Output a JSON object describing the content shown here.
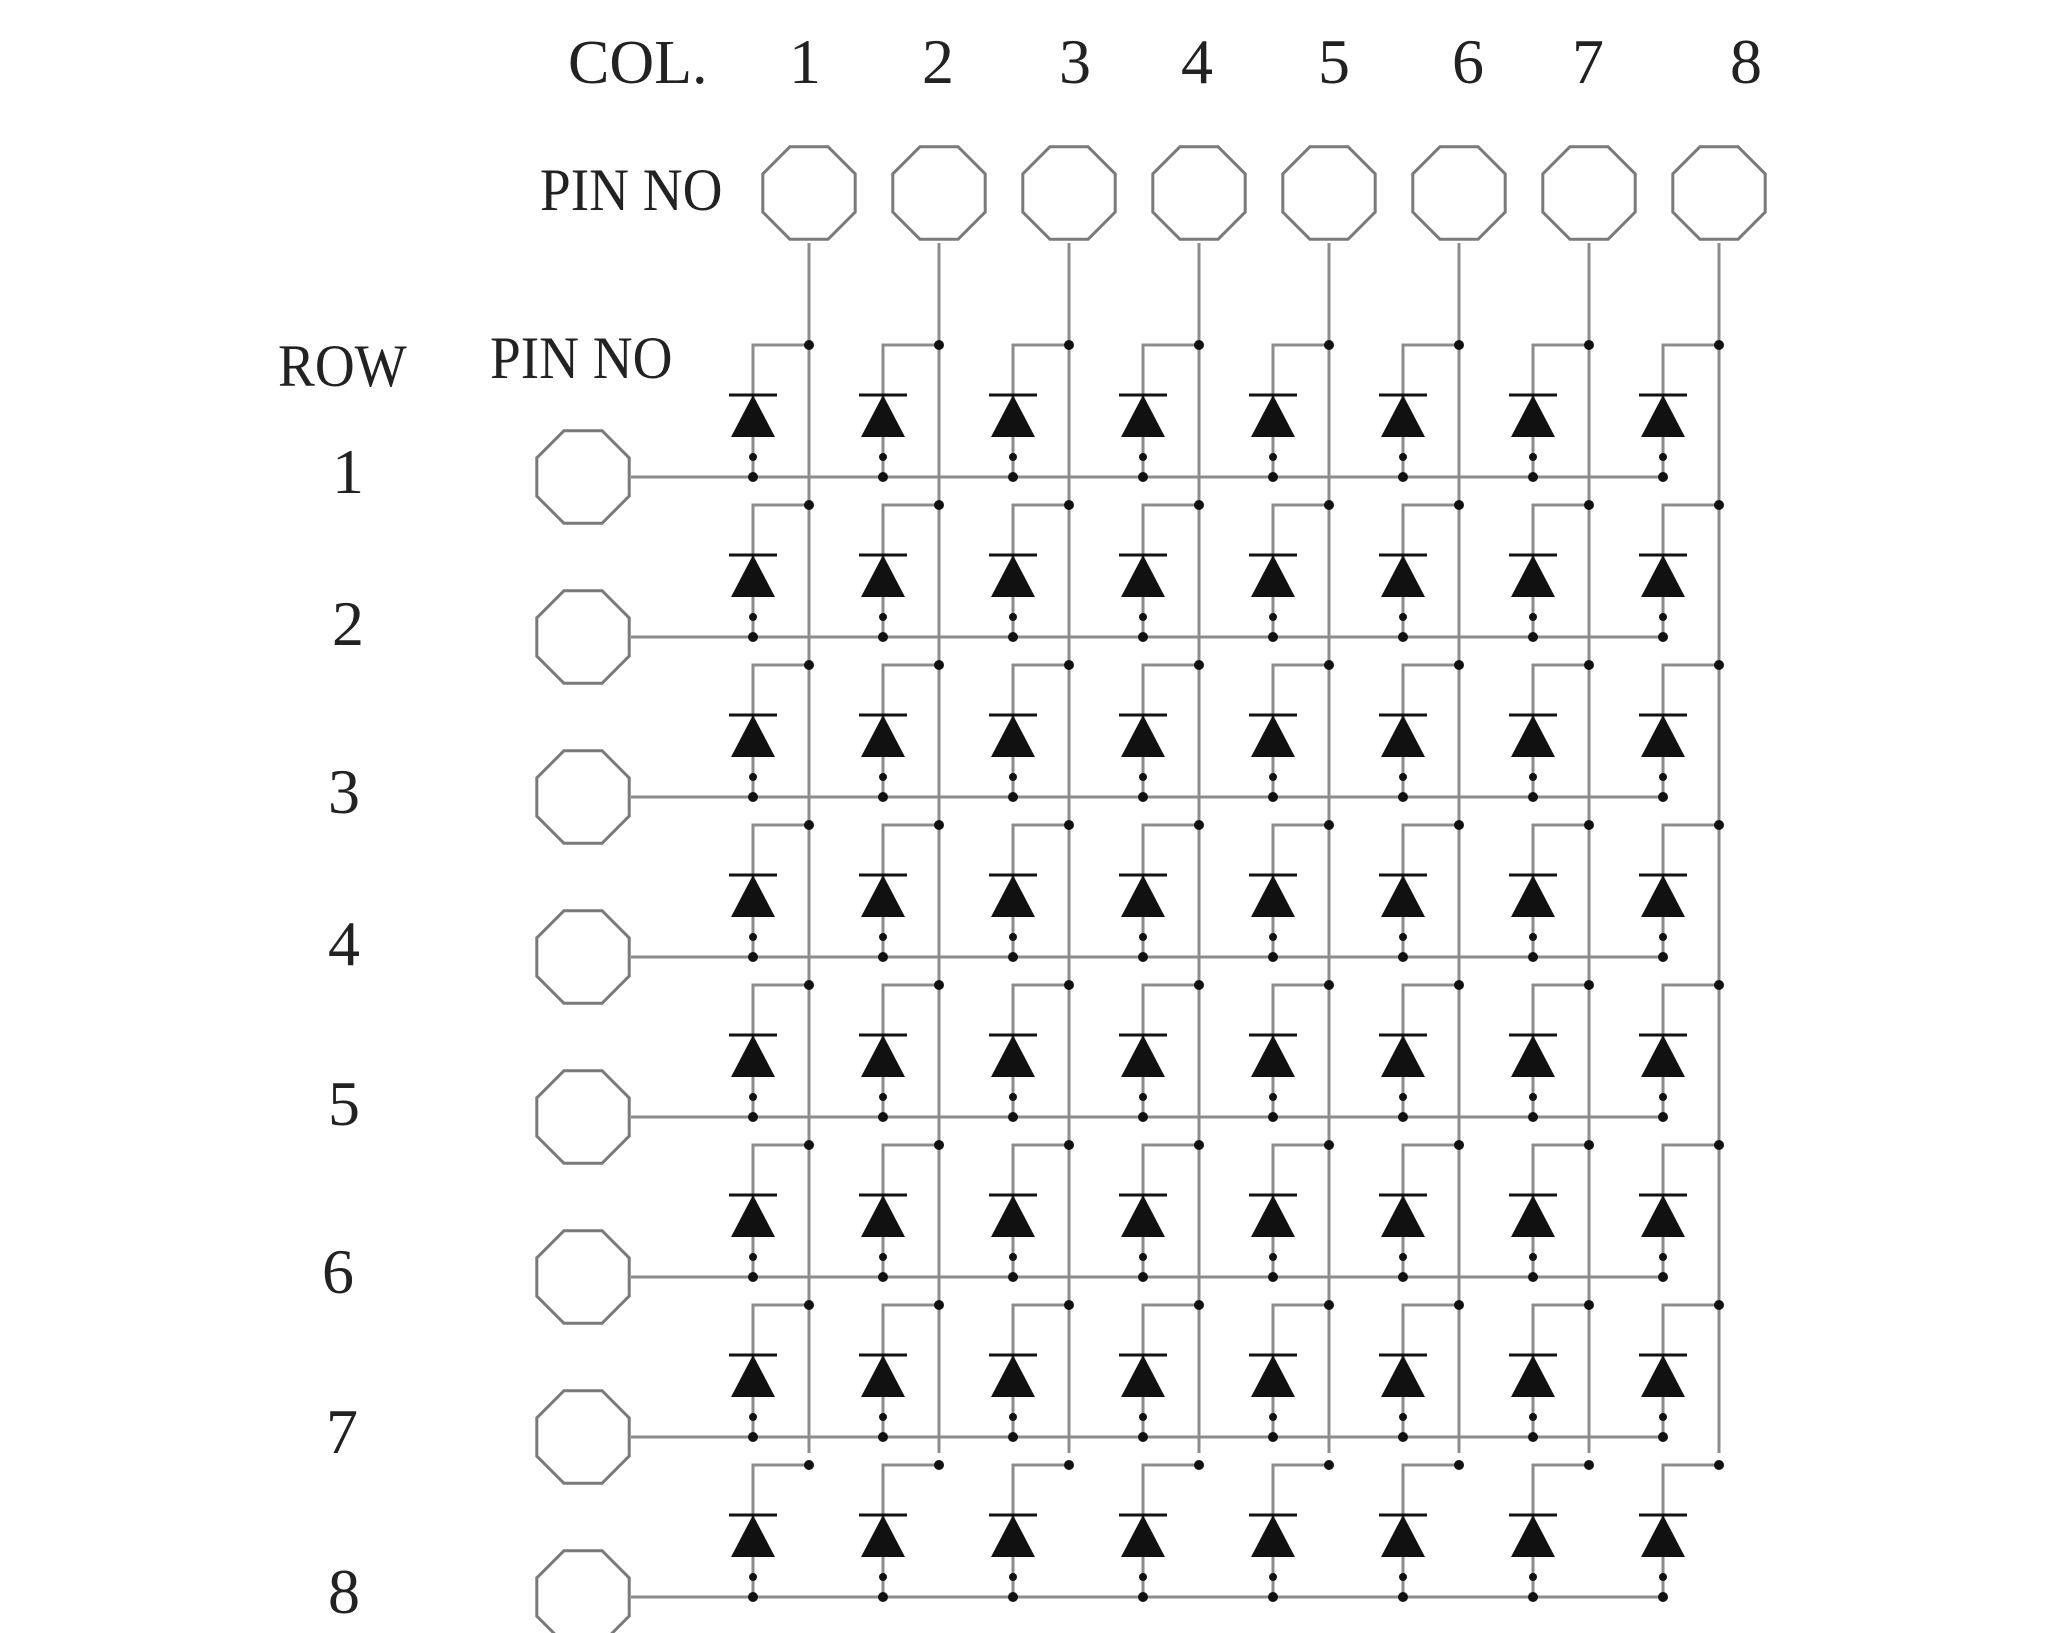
{
  "diagram": {
    "col_header": "COL.",
    "col_pin_header": "PIN NO",
    "row_header": "ROW",
    "row_pin_header": "PIN NO",
    "columns": [
      "1",
      "2",
      "3",
      "4",
      "5",
      "6",
      "7",
      "8"
    ],
    "rows": [
      "1",
      "2",
      "3",
      "4",
      "5",
      "6",
      "7",
      "8"
    ],
    "colors": {
      "wire": "#8c8c8c",
      "outline": "#7a7a7a",
      "diode": "#111111",
      "junction": "#111111",
      "text": "#222222"
    }
  }
}
